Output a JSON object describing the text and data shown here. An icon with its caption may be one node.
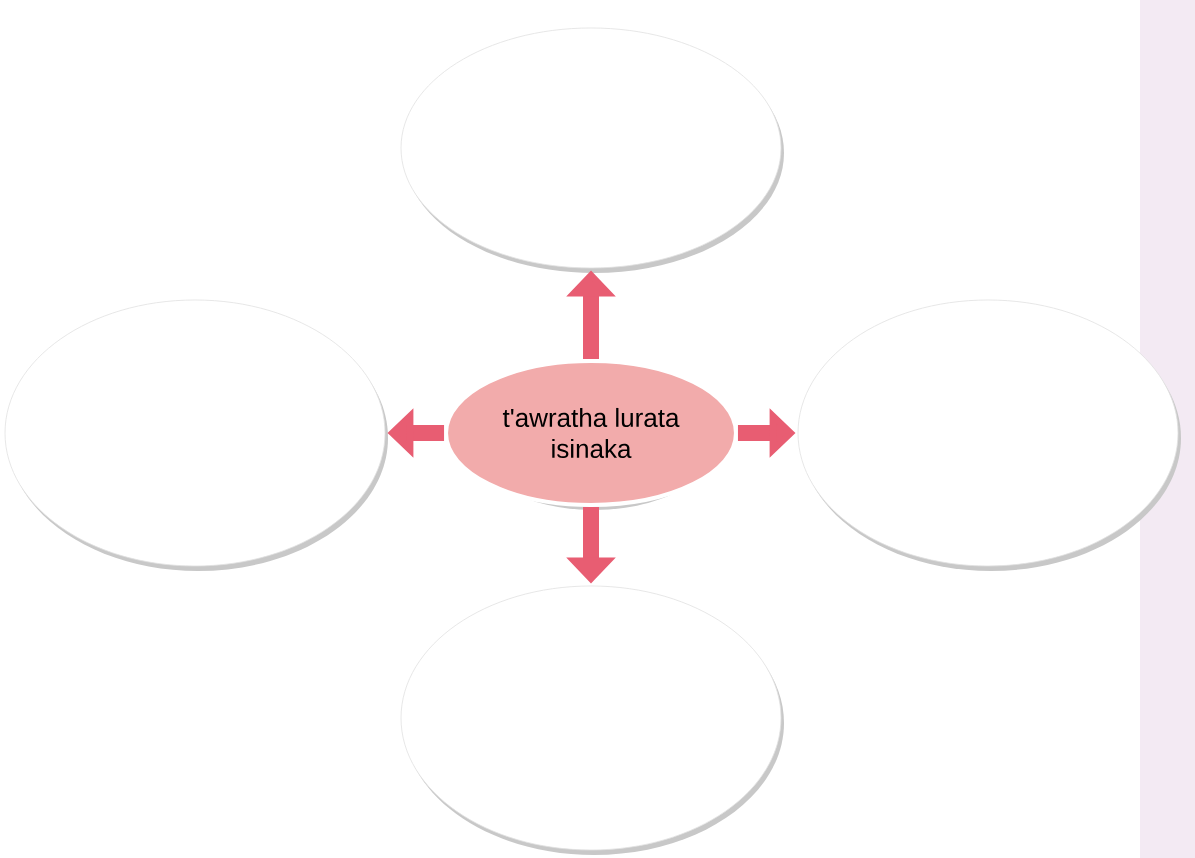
{
  "diagram": {
    "nodes": [
      {
        "text": [],
        "shape": "ellipse"
      },
      {
        "text": [],
        "shape": "ellipse"
      },
      {
        "text": [
          "t'awratha lurata isinaka"
        ]
      },
      {
        "text": [],
        "shape": "ellipse"
      },
      {
        "text": [],
        "shape": "ellipse"
      }
    ],
    "edges": [
      {
        "from": 2,
        "to": 0,
        "arrow": "to"
      },
      {
        "from": 2,
        "to": 1,
        "arrow": "to"
      },
      {
        "from": 2,
        "to": 3,
        "arrow": "to"
      },
      {
        "from": 2,
        "to": 4,
        "arrow": "to"
      }
    ]
  }
}
